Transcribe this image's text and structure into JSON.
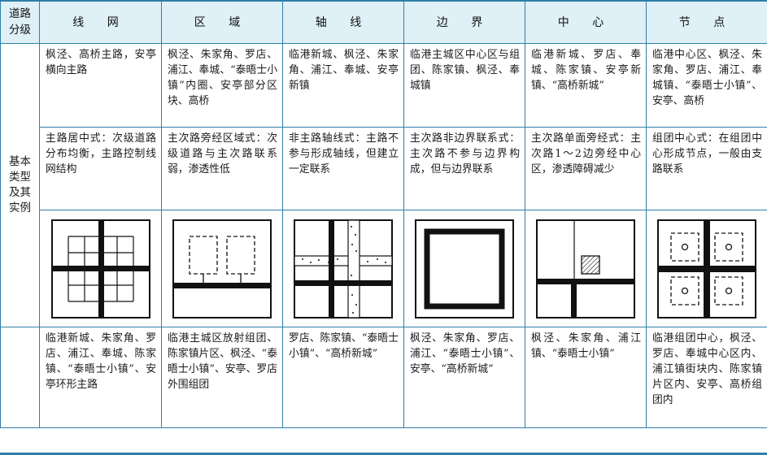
{
  "header": {
    "corner": "道路分级",
    "columns": [
      "线 网",
      "区 域",
      "轴 线",
      "边 界",
      "中 心",
      "节 点"
    ]
  },
  "side_label": "基本类型及其实例",
  "row_areas": [
    "枫泾、高桥主路，安亭横向主路",
    "枫泾、朱家角、罗店、浦江、奉城、“泰晤士小镇”内圈、安亭部分区块、高桥",
    "临港新城、枫泾、朱家角、浦江、奉城、安亭新镇",
    "临港主城区中心区与组团、陈家镇、枫泾、奉城镇",
    "临港新城、罗店、奉城、陈家镇、安亭新镇、“高桥新城”",
    "临港中心区、枫泾、朱家角、罗店、浦江、奉城镇、“泰晤士小镇”、安亭、高桥"
  ],
  "row_types": [
    "主路居中式：次级道路分布均衡，主路控制线网结构",
    "主次路旁经区域式：次级道路与主次路联系弱，渗透性低",
    "非主路轴线式：主路不参与形成轴线，但建立一定联系",
    "主次路非边界联系式：主次路不参与边界构成，但与边界联系",
    "主次路单面旁经式：主次路1～2边旁经中心区，渗透障碍减少",
    "组团中心式：在组团中心形成节点，一般由支路联系"
  ],
  "diagram_icons": [
    "grid-network-diagram-icon",
    "district-diagram-icon",
    "axis-diagram-icon",
    "boundary-diagram-icon",
    "center-diagram-icon",
    "node-diagram-icon"
  ],
  "row_examples": [
    "临港新城、朱家角、罗店、浦江、奉城、陈家镇、“泰晤士小镇”、安亭环形主路",
    "临港主城区放射组团、陈家镇片区、枫泾、“泰晤士小镇”、安亭、罗店外围组团",
    "罗店、陈家镇、“泰晤士小镇”、“高桥新城”",
    "枫泾、朱家角、罗店、浦江、“泰晤士小镇”、安亭、“高桥新城”",
    "枫泾、朱家角、浦江镇、“泰晤士小镇”",
    "临港组团中心，枫泾、罗店、奉城中心区内、浦江镇街块内、陈家镇片区内、安亭、高桥组团内"
  ],
  "colors": {
    "border": "#2f7fa8",
    "header_bg": "#dff0f7"
  }
}
